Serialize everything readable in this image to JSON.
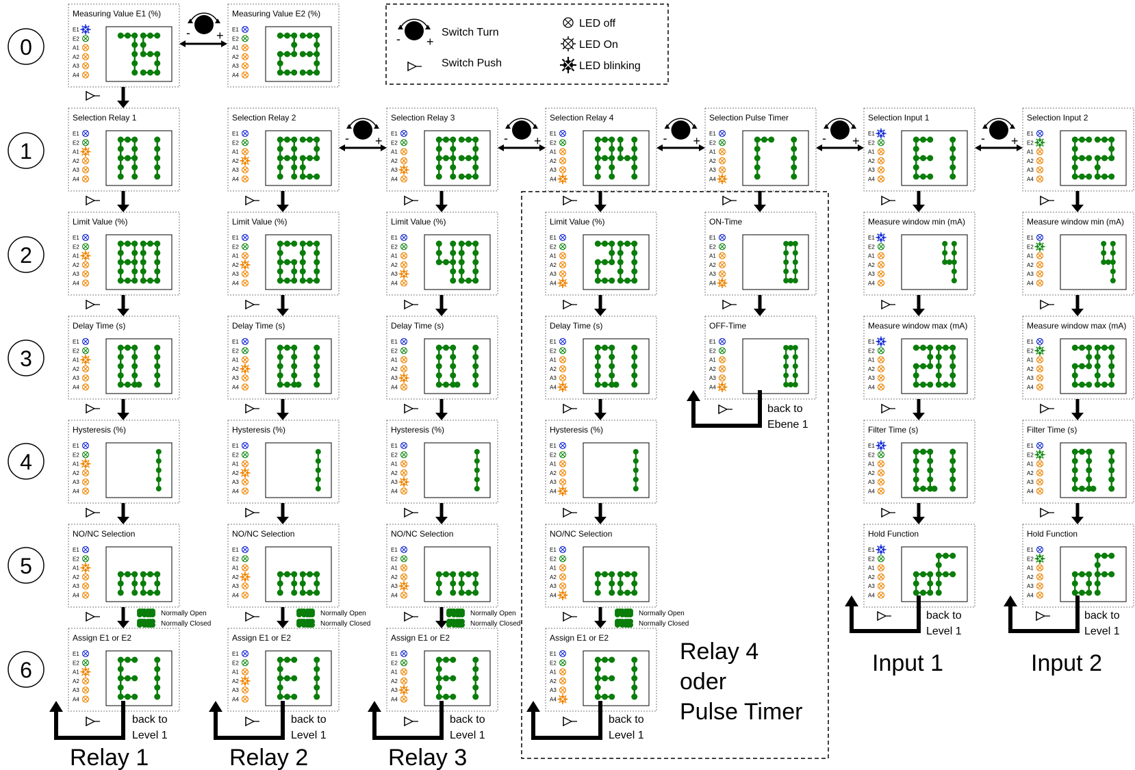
{
  "legend": {
    "switch_turn": "Switch Turn",
    "switch_push": "Switch Push",
    "led_off": "LED off",
    "led_on": "LED On",
    "led_blinking": "LED blinking"
  },
  "leds": [
    "E1",
    "E2",
    "A1",
    "A2",
    "A3",
    "A4"
  ],
  "colors": {
    "digit": "#0a7d0a",
    "led_blue": "#1a2fd6",
    "led_green": "#138a13",
    "led_orange": "#f08400"
  },
  "levels": [
    "0",
    "1",
    "2",
    "3",
    "4",
    "5",
    "6"
  ],
  "nonc": {
    "open": "Normally Open",
    "closed": "Normally Closed"
  },
  "back_level": [
    "back to",
    "Level 1"
  ],
  "back_ebene": [
    "back to",
    "Ebene 1"
  ],
  "column_titles": {
    "relay1": "Relay 1",
    "relay2": "Relay 2",
    "relay3": "Relay 3",
    "relay4": [
      "Relay 4",
      "oder",
      "Pulse Timer"
    ],
    "input1": "Input 1",
    "input2": "Input 2"
  },
  "panels": [
    {
      "id": "m1",
      "title": "Measuring Value E1 (%)",
      "display": "75",
      "leds": "Bfffff"
    },
    {
      "id": "m2",
      "title": "Measuring Value E2 (%)",
      "display": "23",
      "leds": "fGffff"
    },
    {
      "id": "r1l1",
      "title": "Selection Relay 1",
      "display": "A1",
      "leds": "ffBfff"
    },
    {
      "id": "r2l1",
      "title": "Selection Relay 2",
      "display": "A2",
      "leds": "fffBff"
    },
    {
      "id": "r3l1",
      "title": "Selection Relay 3",
      "display": "A3",
      "leds": "ffffBf"
    },
    {
      "id": "r4l1",
      "title": "Selection Relay 4",
      "display": "A4",
      "leds": "fffffB"
    },
    {
      "id": "ptl1",
      "title": "Selection Pulse Timer",
      "display": "T1",
      "leds": "fffffB"
    },
    {
      "id": "i1l1",
      "title": "Selection Input 1",
      "display": "E1",
      "leds": "Bfffff"
    },
    {
      "id": "i2l1",
      "title": "Selection Input 2",
      "display": "E2",
      "leds": "fBffff"
    },
    {
      "id": "r1l2",
      "title": "Limit Value (%)",
      "display": "80",
      "leds": "ffBfff"
    },
    {
      "id": "r2l2",
      "title": "Limit Value (%)",
      "display": "60",
      "leds": "fffBff"
    },
    {
      "id": "r3l2",
      "title": "Limit Value (%)",
      "display": "40",
      "leds": "ffffBf"
    },
    {
      "id": "r4l2",
      "title": "Limit Value (%)",
      "display": "20",
      "leds": "fffffB"
    },
    {
      "id": "ptl2",
      "title": "ON-Time",
      "display": "  0",
      "leds": "fffffB"
    },
    {
      "id": "i1l2",
      "title": "Measure window min (mA)",
      "display": "  4",
      "leds": "Bfffff"
    },
    {
      "id": "i2l2",
      "title": "Measure window min (mA)",
      "display": "  4",
      "leds": "fBffff"
    },
    {
      "id": "r1l3",
      "title": "Delay Time (s)",
      "display": "0.1",
      "leds": "ffBfff"
    },
    {
      "id": "r2l3",
      "title": "Delay Time (s)",
      "display": "0.1",
      "leds": "fffBff"
    },
    {
      "id": "r3l3",
      "title": "Delay Time (s)",
      "display": "0.1",
      "leds": "ffffBf"
    },
    {
      "id": "r4l3",
      "title": "Delay Time (s)",
      "display": "0.1",
      "leds": "fffffB"
    },
    {
      "id": "ptl3",
      "title": "OFF-Time",
      "display": "  0",
      "leds": "fffffB"
    },
    {
      "id": "i1l3",
      "title": "Measure window max (mA)",
      "display": "20",
      "leds": "Bfffff"
    },
    {
      "id": "i2l3",
      "title": "Measure window max (mA)",
      "display": "20",
      "leds": "fBffff"
    },
    {
      "id": "r1l4",
      "title": "Hysteresis (%)",
      "display": "  1",
      "leds": "ffBfff"
    },
    {
      "id": "r2l4",
      "title": "Hysteresis (%)",
      "display": "  1",
      "leds": "fffBff"
    },
    {
      "id": "r3l4",
      "title": "Hysteresis (%)",
      "display": "  1",
      "leds": "ffffBf"
    },
    {
      "id": "r4l4",
      "title": "Hysteresis (%)",
      "display": "  1",
      "leds": "fffffB"
    },
    {
      "id": "i1l4",
      "title": "Filter Time (s)",
      "display": "0.1",
      "leds": "Bfffff"
    },
    {
      "id": "i2l4",
      "title": "Filter Time (s)",
      "display": "0.1",
      "leds": "fBffff"
    },
    {
      "id": "r1l5",
      "title": "NO/NC Selection",
      "display": "no",
      "leds": "ffBfff"
    },
    {
      "id": "r2l5",
      "title": "NO/NC Selection",
      "display": "no",
      "leds": "fffBff"
    },
    {
      "id": "r3l5",
      "title": "NO/NC Selection",
      "display": "no",
      "leds": "ffffBf"
    },
    {
      "id": "r4l5",
      "title": "NO/NC Selection",
      "display": "no",
      "leds": "fffffB"
    },
    {
      "id": "i1l5",
      "title": "Hold Function",
      "display": "oF",
      "leds": "Bfffff"
    },
    {
      "id": "i2l5",
      "title": "Hold Function",
      "display": "oF",
      "leds": "fBffff"
    },
    {
      "id": "r1l6",
      "title": "Assign E1 or E2",
      "display": "E1",
      "leds": "ffBfff"
    },
    {
      "id": "r2l6",
      "title": "Assign E1 or E2",
      "display": "E1",
      "leds": "fffBff"
    },
    {
      "id": "r3l6",
      "title": "Assign E1 or E2",
      "display": "E1",
      "leds": "ffffBf"
    },
    {
      "id": "r4l6",
      "title": "Assign E1 or E2",
      "display": "E1",
      "leds": "fffffB"
    }
  ]
}
